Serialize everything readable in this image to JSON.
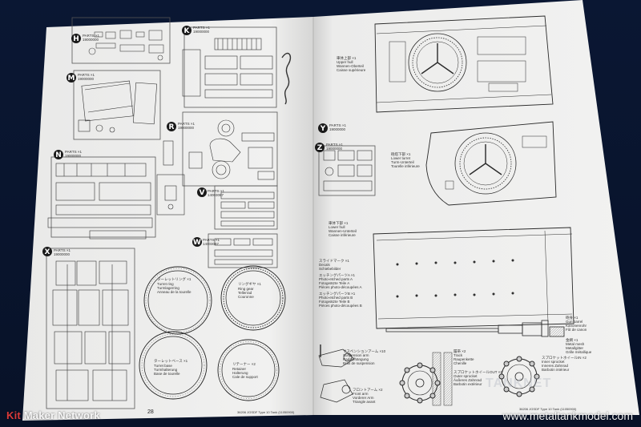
{
  "left_page": {
    "page_number": "28",
    "sections": [
      {
        "letter": "H",
        "label": "PARTS ×1",
        "code": "19000000"
      },
      {
        "letter": "K",
        "label": "PARTS ×1",
        "code": "19000000"
      },
      {
        "letter": "M",
        "label": "PARTS ×1",
        "code": "19000000"
      },
      {
        "letter": "R",
        "label": "PARTS ×1",
        "code": "19000000"
      },
      {
        "letter": "N",
        "label": "PARTS ×1",
        "code": "19000000"
      },
      {
        "letter": "V",
        "label": "PARTS ×1",
        "code": "14003087"
      },
      {
        "letter": "W",
        "label": "PARTS ×1",
        "code": "14003087"
      },
      {
        "letter": "X",
        "label": "PARTS ×1",
        "code": "19000000"
      }
    ],
    "callouts": [
      {
        "jp": "ターレットリング ×1",
        "en": "Turret ring",
        "de": "Turmlagerring",
        "fr": "Anneau de la tourelle"
      },
      {
        "jp": "リングギヤ ×1",
        "en": "Ring gear",
        "de": "Tellerrad",
        "fr": "Couronne"
      },
      {
        "jp": "ターレットベース ×1",
        "en": "Turret base",
        "de": "Turmhalterung",
        "fr": "Base de tourelle"
      },
      {
        "jp": "リテーナー ×2",
        "en": "Retainer",
        "de": "Halterung",
        "fr": "Cale de support"
      }
    ],
    "footer": "36206 JGSDF Type 10 Tank (11050900)"
  },
  "right_page": {
    "callouts": [
      {
        "jp": "車体上部 ×1",
        "en": "Upper hull",
        "de": "Wannen-Oberteil",
        "fr": "Caisse supérieure"
      },
      {
        "jp": "砲塔下部 ×1",
        "en": "Lower turret",
        "de": "Turm-Unterteil",
        "fr": "Tourelle inférieure"
      },
      {
        "jp": "車体下部 ×1",
        "en": "Lower hull",
        "de": "Wannen-Unterteil",
        "fr": "Caisse inférieure"
      },
      {
        "jp": "スライドマーク ×1",
        "en": "Decals",
        "de": "Schiebebilder",
        "fr": "Décalcomanies"
      },
      {
        "jp": "エッチングパーツA ×1",
        "en": "Photo-etched parts A",
        "de": "Fotogeätzte Teile A",
        "fr": "Pièces photo-découpées A"
      },
      {
        "jp": "エッチングパーツB ×1",
        "en": "Photo-etched parts B",
        "de": "Fotogeätzte Teile B",
        "fr": "Pièces photo-découpées B"
      },
      {
        "jp": "砲身 ×1",
        "en": "Gun barrel",
        "de": "Kanonenrohr",
        "fr": "Fût de canon"
      },
      {
        "jp": "金網 ×1",
        "en": "Metal mesh",
        "de": "Metallgitter",
        "fr": "Grille métallique"
      },
      {
        "jp": "サスペンションアーム ×10",
        "en": "Suspension arm",
        "de": "Radaufhängung",
        "fr": "Bras de suspension"
      },
      {
        "jp": "履帯 ×2",
        "en": "Track",
        "de": "Raupenkette",
        "fr": "Chenille"
      },
      {
        "jp": "スプロケットホイールOUT ×2",
        "en": "Outer sprocket",
        "de": "Äußeres Zahnrad",
        "fr": "Barbotin extérieur"
      },
      {
        "jp": "スプロケットホイールIN ×2",
        "en": "Inner sprocket",
        "de": "Inneres Zahnrad",
        "fr": "Barbotin intérieur"
      },
      {
        "jp": "フロントアーム ×2",
        "en": "Front arm",
        "de": "Vorderer Arm",
        "fr": "Triangle avant"
      }
    ],
    "sections": [
      {
        "letter": "Y",
        "label": "PARTS ×1",
        "code": "19000000"
      },
      {
        "letter": "Z",
        "label": "PARTS ×1",
        "code": "19000000"
      }
    ],
    "footer": "36206 JGSDF Type 10 Tank (11050900)"
  },
  "watermarks": {
    "left_prefix": "Kit",
    "left_rest": " Maker Network",
    "middle": "TANKNET",
    "right": "www.metaltankmodel.com"
  },
  "colors": {
    "background": "#0c1a38",
    "paper": "#efefee",
    "line": "#2a2a2a",
    "badge": "#1a1a1a"
  }
}
